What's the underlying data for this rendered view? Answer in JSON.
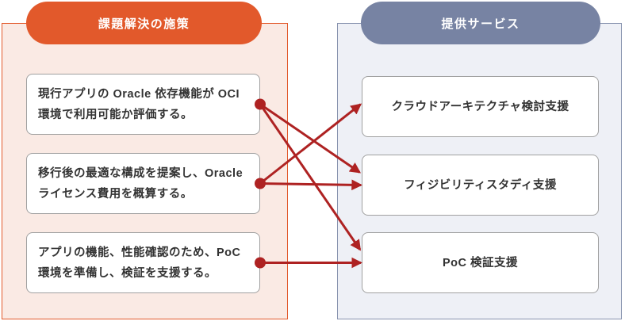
{
  "left_panel": {
    "title": "課題解決の施策",
    "accent_color": "#E2592B",
    "bg_color": "#FAEAE4",
    "items": [
      {
        "text": "現行アプリの Oracle 依存機能が OCI 環境で利用可能か評価する。"
      },
      {
        "text": "移行後の最適な構成を提案し、Oracle ライセンス費用を概算する。"
      },
      {
        "text": "アプリの機能、性能確認のため、PoC 環境を準備し、検証を支援する。"
      }
    ]
  },
  "right_panel": {
    "title": "提供サービス",
    "accent_color": "#7783A3",
    "bg_color": "#EEF0F6",
    "items": [
      {
        "text": "クラウドアーキテクチャ検討支援"
      },
      {
        "text": "フィジビリティスタディ支援"
      },
      {
        "text": "PoC 検証支援"
      }
    ]
  },
  "connections": [
    {
      "from_index": 0,
      "to_index": 1
    },
    {
      "from_index": 0,
      "to_index": 2
    },
    {
      "from_index": 1,
      "to_index": 0
    },
    {
      "from_index": 1,
      "to_index": 1
    },
    {
      "from_index": 2,
      "to_index": 2
    }
  ],
  "theme": {
    "arrow_color": "#AE2222",
    "box_border_color": "#A0A0A0",
    "text_color": "#333333"
  }
}
